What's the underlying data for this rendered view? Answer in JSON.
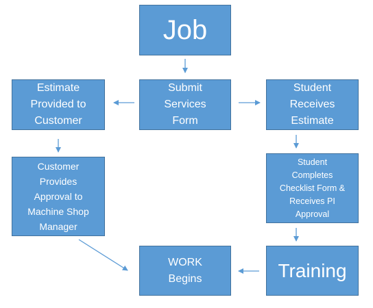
{
  "diagram": {
    "colors": {
      "box_fill": "#5b9bd5",
      "box_border": "#41719c",
      "text": "#ffffff",
      "arrow": "#5b9bd5"
    },
    "nodes": {
      "job": "Job",
      "submit": "Submit\nServices\nForm",
      "estimate_provided": "Estimate\nProvided to\nCustomer",
      "student_receives": "Student\nReceives\nEstimate",
      "customer_approval": "Customer\nProvides\nApproval to\nMachine Shop\nManager",
      "student_checklist": "Student\nCompletes\nChecklist Form &\nReceives PI\nApproval",
      "training": "Training",
      "work": "WORK\nBegins"
    }
  }
}
